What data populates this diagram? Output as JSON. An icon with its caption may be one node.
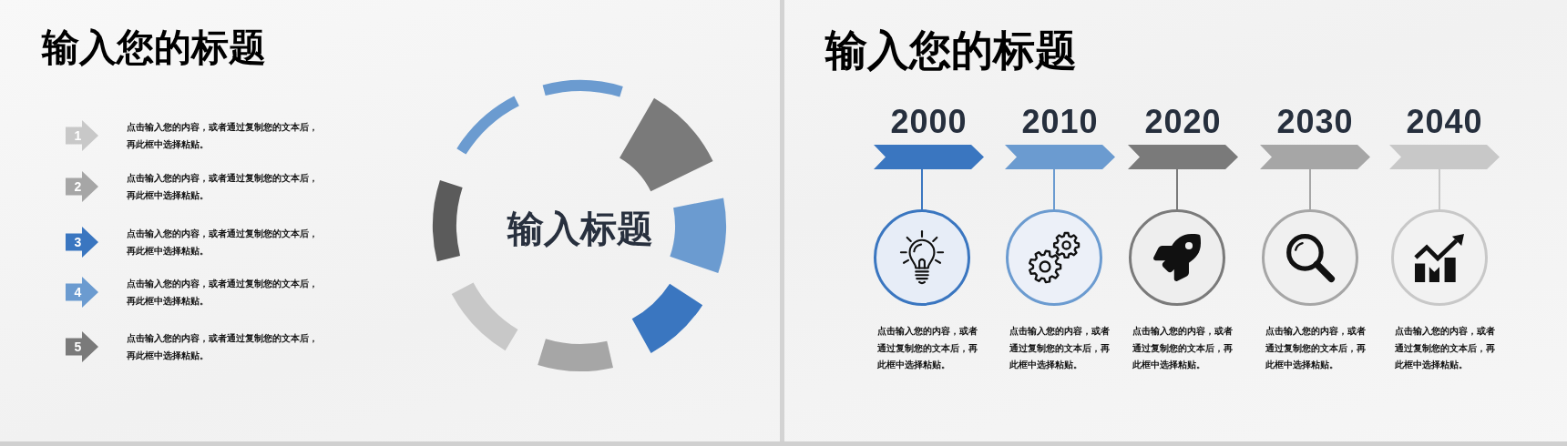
{
  "diagram": {
    "title": "输入您的标题",
    "nodes": [
      {
        "text": [
          "1"
        ],
        "beside": [
          "点击输入您的内容，或者通过复制您的文本后，再此框中选择粘贴。"
        ]
      },
      {
        "text": [
          "2"
        ],
        "beside": [
          "点击输入您的内容，或者通过复制您的文本后，再此框中选择粘贴。"
        ]
      },
      {
        "text": [
          "3"
        ],
        "beside": [
          "点击输入您的内容，或者通过复制您的文本后，再此框中选择粘贴。"
        ]
      },
      {
        "text": [
          "4"
        ],
        "beside": [
          "点击输入您的内容，或者通过复制您的文本后，再此框中选择粘贴。"
        ]
      },
      {
        "text": [
          "5"
        ],
        "beside": [
          "点击输入您的内容，或者通过复制您的文本后，再此框中选择粘贴。"
        ]
      },
      {
        "text": [
          "2000"
        ]
      },
      {
        "text": [
          "2010"
        ]
      },
      {
        "text": [
          "2020"
        ]
      },
      {
        "text": [
          "2030"
        ]
      },
      {
        "text": [
          "2040"
        ]
      },
      {
        "text": [],
        "shape": "circle",
        "beside": [
          "点击输入您的内容，或者通过复制您的文本后，再此框中选择粘贴。"
        ]
      },
      {
        "text": [],
        "shape": "circle",
        "beside": [
          "点击输入您的内容，或者通过复制您的文本后，再此框中选择粘贴。"
        ]
      },
      {
        "text": [],
        "shape": "circle",
        "beside": [
          "点击输入您的内容，或者通过复制您的文本后，再此框中选择粘贴。"
        ]
      },
      {
        "text": [],
        "shape": "circle",
        "beside": [
          "点击输入您的内容，或者通过复制您的文本后，再此框中选择粘贴。"
        ]
      },
      {
        "text": [],
        "shape": "circle",
        "beside": [
          "点击输入您的内容，或者通过复制您的文本后，再此框中选择粘贴。"
        ]
      }
    ],
    "edges": [
      {
        "from": 5,
        "to": 10,
        "arrow": "none",
        "color": "#3a76c0"
      },
      {
        "from": 6,
        "to": 11,
        "arrow": "none",
        "color": "#6b9bd0"
      },
      {
        "from": 7,
        "to": 12,
        "arrow": "none",
        "color": "#7a7a7a"
      },
      {
        "from": 8,
        "to": 13,
        "arrow": "none",
        "color": "#a6a6a6"
      },
      {
        "from": 9,
        "to": 14,
        "arrow": "none",
        "color": "#c8c8c8"
      }
    ],
    "labels": [
      "输入标题",
      "输入您的标题"
    ]
  }
}
